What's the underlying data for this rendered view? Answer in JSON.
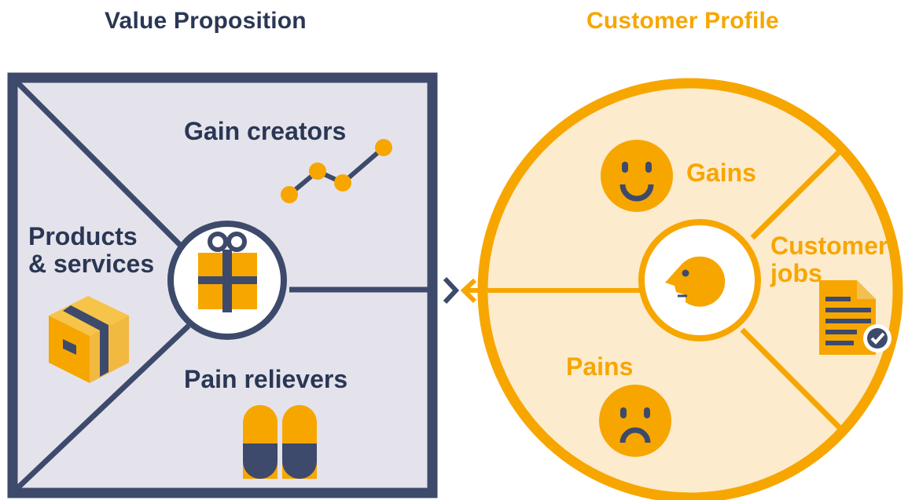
{
  "headings": {
    "value_proposition": "Value Proposition",
    "customer_profile": "Customer Profile"
  },
  "value_map": {
    "gain_creators": "Gain creators",
    "products_services_line1": "Products",
    "products_services_line2": "& services",
    "pain_relievers": "Pain relievers"
  },
  "customer_profile": {
    "gains": "Gains",
    "customer_jobs_line1": "Customer",
    "customer_jobs_line2": "jobs",
    "pains": "Pains"
  },
  "icons": {
    "center_left": "gift-icon",
    "gain_creators": "line-chart-icon",
    "products_services": "box-icon",
    "pain_relievers": "pills-icon",
    "center_right": "face-profile-icon",
    "gains": "smiley-face-icon",
    "pains": "sad-face-icon",
    "customer_jobs": "document-check-icon",
    "connector": "arrows-icon"
  },
  "colors": {
    "navy": "#3d4a6b",
    "orange": "#f7a600",
    "square_fill": "#e4e3ec",
    "circle_fill": "#fdebcd"
  }
}
